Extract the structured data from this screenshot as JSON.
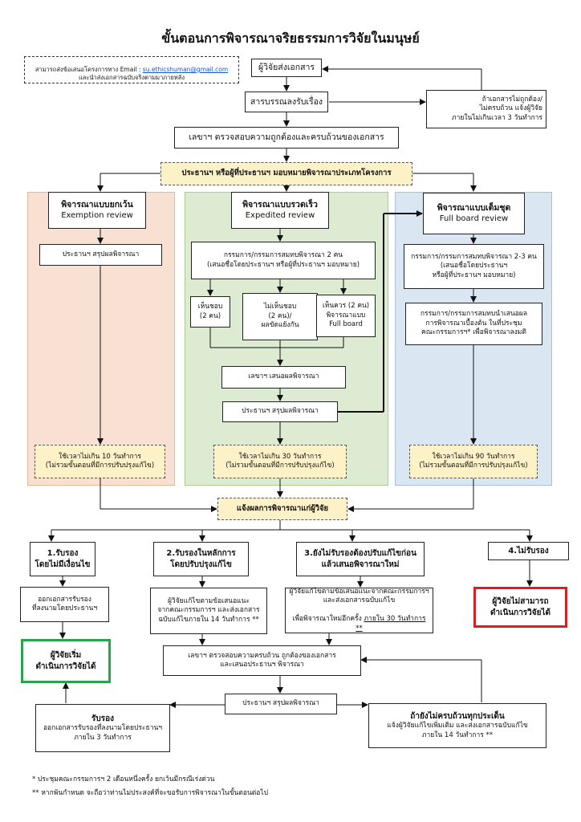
{
  "title": "ขั้นตอนการพิจารณาจริยธรรมการวิจัยในมนุษย์",
  "note": {
    "line1_prefix": "สามารถส่งข้อเสนอโครงการทาง Email : ",
    "email": "su.ethicshuman@gmail.com",
    "line2": "และนำส่งเอกสารฉบับจริงตามมาภายหลัง"
  },
  "steps": {
    "submit": "ผู้วิจัยส่งเอกสาร",
    "registry": "สารบรรณลงรับเรื่อง",
    "incomplete": "ถ้าเอกสารไม่ถูกต้อง/\nไม่ครบถ้วน แจ้งผู้วิจัย\nภายในไม่เกินเวลา 3 วันทำการ",
    "secretary_check": "เลขาฯ ตรวจสอบความถูกต้องและครบถ้วนของเอกสาร",
    "assign": "ประธานฯ หรือผู้ที่ประธานฯ มอบหมายพิจารณาประเภทโครงการ"
  },
  "exemption": {
    "title": "พิจารณาแบบยกเว้น",
    "subtitle": "Exemption review",
    "chair": "ประธานฯ สรุปผลพิจารณา",
    "time": "ใช้เวลาไม่เกิน 10 วันทำการ\n(ไม่รวมขั้นตอนที่มีการปรับปรุงแก้ไข)"
  },
  "expedited": {
    "title": "พิจารณาแบบรวดเร็ว",
    "subtitle": "Expedited review",
    "reviewers": "กรรมการ/กรรมการสมทบพิจารณา 2 คน\n(เสนอชื่อโดยประธานฯ หรือผู้ที่ประธานฯ มอบหมาย)",
    "agree": "เห็นชอบ\n(2 คน)",
    "disagree": "ไม่เห็นชอบ\n(2 คน)/\nผลขัดแย้งกัน",
    "to_full": "เห็นควร (2 คน)\nพิจารณาแบบ\nFull board",
    "secretary": "เลขาฯ เสนอผลพิจารณา",
    "chair": "ประธานฯ สรุปผลพิจารณา",
    "time": "ใช้เวลาไม่เกิน 30 วันทำการ\n(ไม่รวมขั้นตอนที่มีการปรับปรุงแก้ไข)"
  },
  "full": {
    "title": "พิจารณาแบบเต็มชุด",
    "subtitle": "Full board review",
    "reviewers": "กรรมการ/กรรมการสมทบพิจารณา 2-3 คน\n(เสนอชื่อโดยประธานฯ\nหรือผู้ที่ประธานฯ มอบหมาย)",
    "present": "กรรมการ/กรรมการสมทบนำเสนอผล\nการพิจารณาเบื้องต้น ในที่ประชุม\nคณะกรรมการฯ* เพื่อพิจารณาลงมติ",
    "time": "ใช้เวลาไม่เกิน 90 วันทำการ\n(ไม่รวมขั้นตอนที่มีการปรับปรุงแก้ไข)"
  },
  "notify": "แจ้งผลการพิจารณาแก่ผู้วิจัย",
  "results": {
    "r1": "1.รับรอง\nโดยไม่มีเงื่อนไข",
    "r2": "2.รับรองในหลักการ\nโดยปรับปรุงแก้ไข",
    "r3": "3.ยังไม่รับรองต้องปรับแก้ไขก่อน\nแล้วเสนอพิจารณาใหม่",
    "r4": "4.ไม่รับรอง"
  },
  "after": {
    "issue_cert": "ออกเอกสารรับรอง\nที่ลงนามโดยประธานฯ",
    "revise_minor": "ผู้วิจัยแก้ไขตามข้อเสนอแนะ\nจากคณะกรรมการฯ และส่งเอกสาร\nฉบับแก้ไขภายใน 14 วันทำการ **",
    "revise_major_line1": "ผู้วิจัยแก้ไขตามข้อเสนอแนะจากคณะกรรมการฯ",
    "revise_major_line2": "และส่งเอกสารฉบับแก้ไข",
    "revise_major_line3_prefix": "เพื่อพิจารณาใหม่อีกครั้ง ",
    "revise_major_line3_underline": "ภายใน 30 วันทำการ **",
    "cannot_proceed": "ผู้วิจัยไม่สามารถ\nดำเนินการวิจัยได้",
    "can_start": "ผู้วิจัยเริ่ม\nดำเนินการวิจัยได้",
    "secretary_recheck": "เลขาฯ ตรวจสอบความครบถ้วน ถูกต้องของเอกสาร\nและเสนอประธานฯ พิจารณา",
    "chair_conclude": "ประธานฯ สรุปผลพิจารณา",
    "approve_title": "รับรอง",
    "approve_body": "ออกเอกสารรับรองที่ลงนามโดยประธานฯ\nภายใน 3 วันทำการ",
    "not_complete_title": "ถ้ายังไม่ครบถ้วนทุกประเด็น",
    "not_complete_body": "แจ้งผู้วิจัยแก้ไขเพิ่มเติม และส่งเอกสารฉบับแก้ไข\nภายใน 14 วันทำการ **"
  },
  "footnotes": {
    "f1": "*   ประชุมคณะกรรมการฯ 2 เดือนหนึ่งครั้ง ยกเว้นมีกรณีเร่งด่วน",
    "f2": "**   หากพ้นกำหนด จะถือว่าท่านไม่ประสงค์ที่จะขอรับการพิจารณาในขั้นตอนต่อไป"
  }
}
